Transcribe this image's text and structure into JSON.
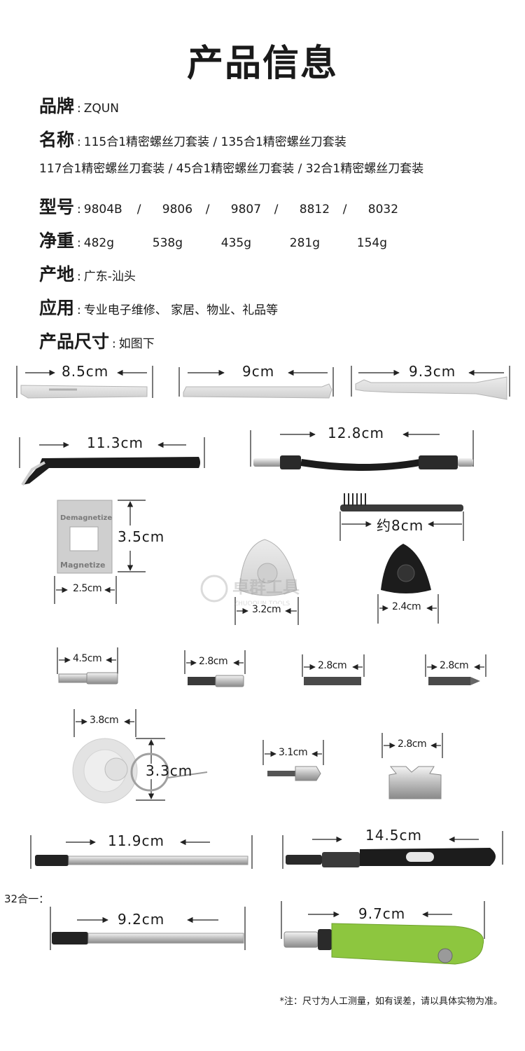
{
  "title": "产品信息",
  "info": {
    "brand": {
      "label": "品牌",
      "value": "ZQUN"
    },
    "name": {
      "label": "名称",
      "value": "115合1精密螺丝刀套装 / 135合1精密螺丝刀套装",
      "value2": "117合1精密螺丝刀套装 / 45合1精密螺丝刀套装 / 32合1精密螺丝刀套装"
    },
    "model": {
      "label": "型号",
      "values": [
        "9804B",
        "/",
        "9806",
        "/",
        "9807",
        "/",
        "8812",
        "/",
        "8032"
      ]
    },
    "weight": {
      "label": "净重",
      "values": [
        "482g",
        "538g",
        "435g",
        "281g",
        "154g"
      ]
    },
    "origin": {
      "label": "产地",
      "value": "广东-汕头"
    },
    "usage": {
      "label": "应用",
      "value": "专业电子维修、 家居、物业、礼品等"
    },
    "size": {
      "label": "产品尺寸",
      "value": "如图下"
    }
  },
  "colon": ":",
  "watermark": {
    "cn": "卓群工具",
    "en": "ZHUOQUN TOOLS"
  },
  "tools": {
    "pry_a": "8.5cm",
    "pry_b": "9cm",
    "pry_c": "9.3cm",
    "tweezers": "11.3cm",
    "flex_shaft": "12.8cm",
    "magnetizer": "3.5cm",
    "magnetizer_w": "2.5cm",
    "magnetizer_top": "Demagnetize",
    "magnetizer_bottom": "Magnetize",
    "brush": "约8cm",
    "pick_grey": "3.2cm",
    "pick_black": "2.4cm",
    "adapter_a": "4.5cm",
    "adapter_b": "2.8cm",
    "adapter_c": "2.8cm",
    "adapter_d": "2.8cm",
    "suction_w": "3.8cm",
    "suction_h": "3.3cm",
    "spanner": "3.1cm",
    "y_tool": "2.8cm",
    "ext_bar_a": "11.9cm",
    "handle_black": "14.5cm",
    "ext_bar_b": "9.2cm",
    "handle_green": "9.7cm"
  },
  "label_32": "32合一：",
  "note": "*注：尺寸为人工测量，如有误差，请以具体实物为准。",
  "colors": {
    "green_handle": "#8dc63f",
    "black": "#1c1c1c",
    "grey_plastic": "#d9d9d9",
    "steel": "#c0c0c0"
  }
}
